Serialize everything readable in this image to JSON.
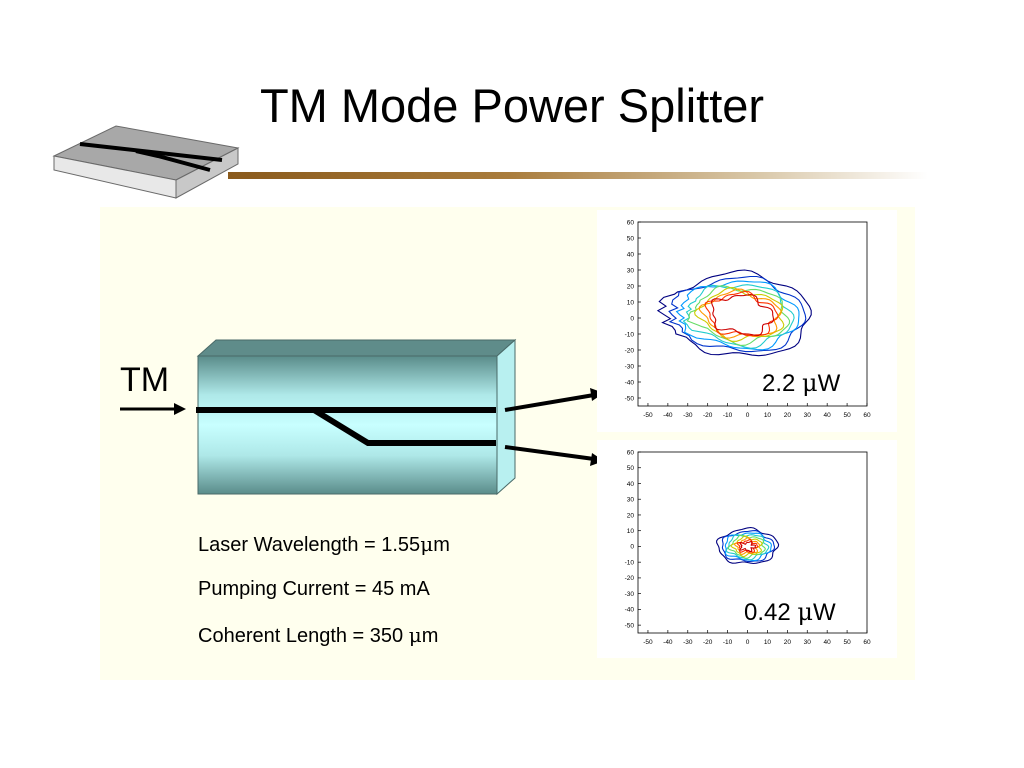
{
  "slide": {
    "title": "TM Mode Power Splitter",
    "input_label": "TM",
    "parameters": [
      {
        "text": "Laser Wavelength = 1.55",
        "unit": "m"
      },
      {
        "text": "Pumping Current = 45 mA",
        "unit": ""
      },
      {
        "text": "Coherent Length = 350 ",
        "unit": "m"
      }
    ],
    "mu_symbol": "μ",
    "outputs": [
      {
        "value": "2.2 ",
        "unit": "W"
      },
      {
        "value": "0.42 ",
        "unit": "W"
      }
    ]
  },
  "chart_data": [
    {
      "type": "contour",
      "x_ticks": [
        -50,
        -40,
        -30,
        -20,
        -10,
        0,
        10,
        20,
        30,
        40,
        50,
        60
      ],
      "y_ticks": [
        60,
        50,
        40,
        30,
        20,
        10,
        0,
        -10,
        -20,
        -30,
        -40,
        -50
      ],
      "xlim": [
        -55,
        60
      ],
      "ylim": [
        -55,
        60
      ],
      "annotation": "2.2 μW",
      "contour_center": [
        -3,
        2
      ]
    },
    {
      "type": "contour",
      "x_ticks": [
        -50,
        -40,
        -30,
        -20,
        -10,
        0,
        10,
        20,
        30,
        40,
        50,
        60
      ],
      "y_ticks": [
        60,
        50,
        40,
        30,
        20,
        10,
        0,
        -10,
        -20,
        -30,
        -40,
        -50
      ],
      "xlim": [
        -55,
        60
      ],
      "ylim": [
        -55,
        60
      ],
      "annotation": "0.42 μW",
      "contour_center": [
        0,
        0
      ]
    }
  ],
  "colors": {
    "contours": [
      "#000080",
      "#0033cc",
      "#0099ff",
      "#22cccc",
      "#66dd66",
      "#cccc00",
      "#ff9900",
      "#ff3300",
      "#cc0000"
    ]
  }
}
